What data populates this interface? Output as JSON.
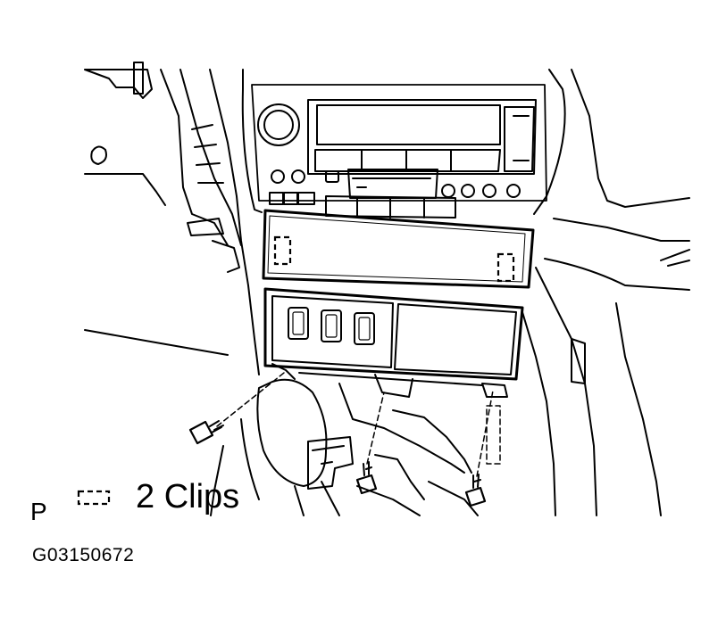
{
  "labels": {
    "view_marker": "P",
    "clips_text": "2 Clips",
    "figure_code": "G03150672"
  },
  "colors": {
    "line": "#000000",
    "background": "#ffffff"
  }
}
